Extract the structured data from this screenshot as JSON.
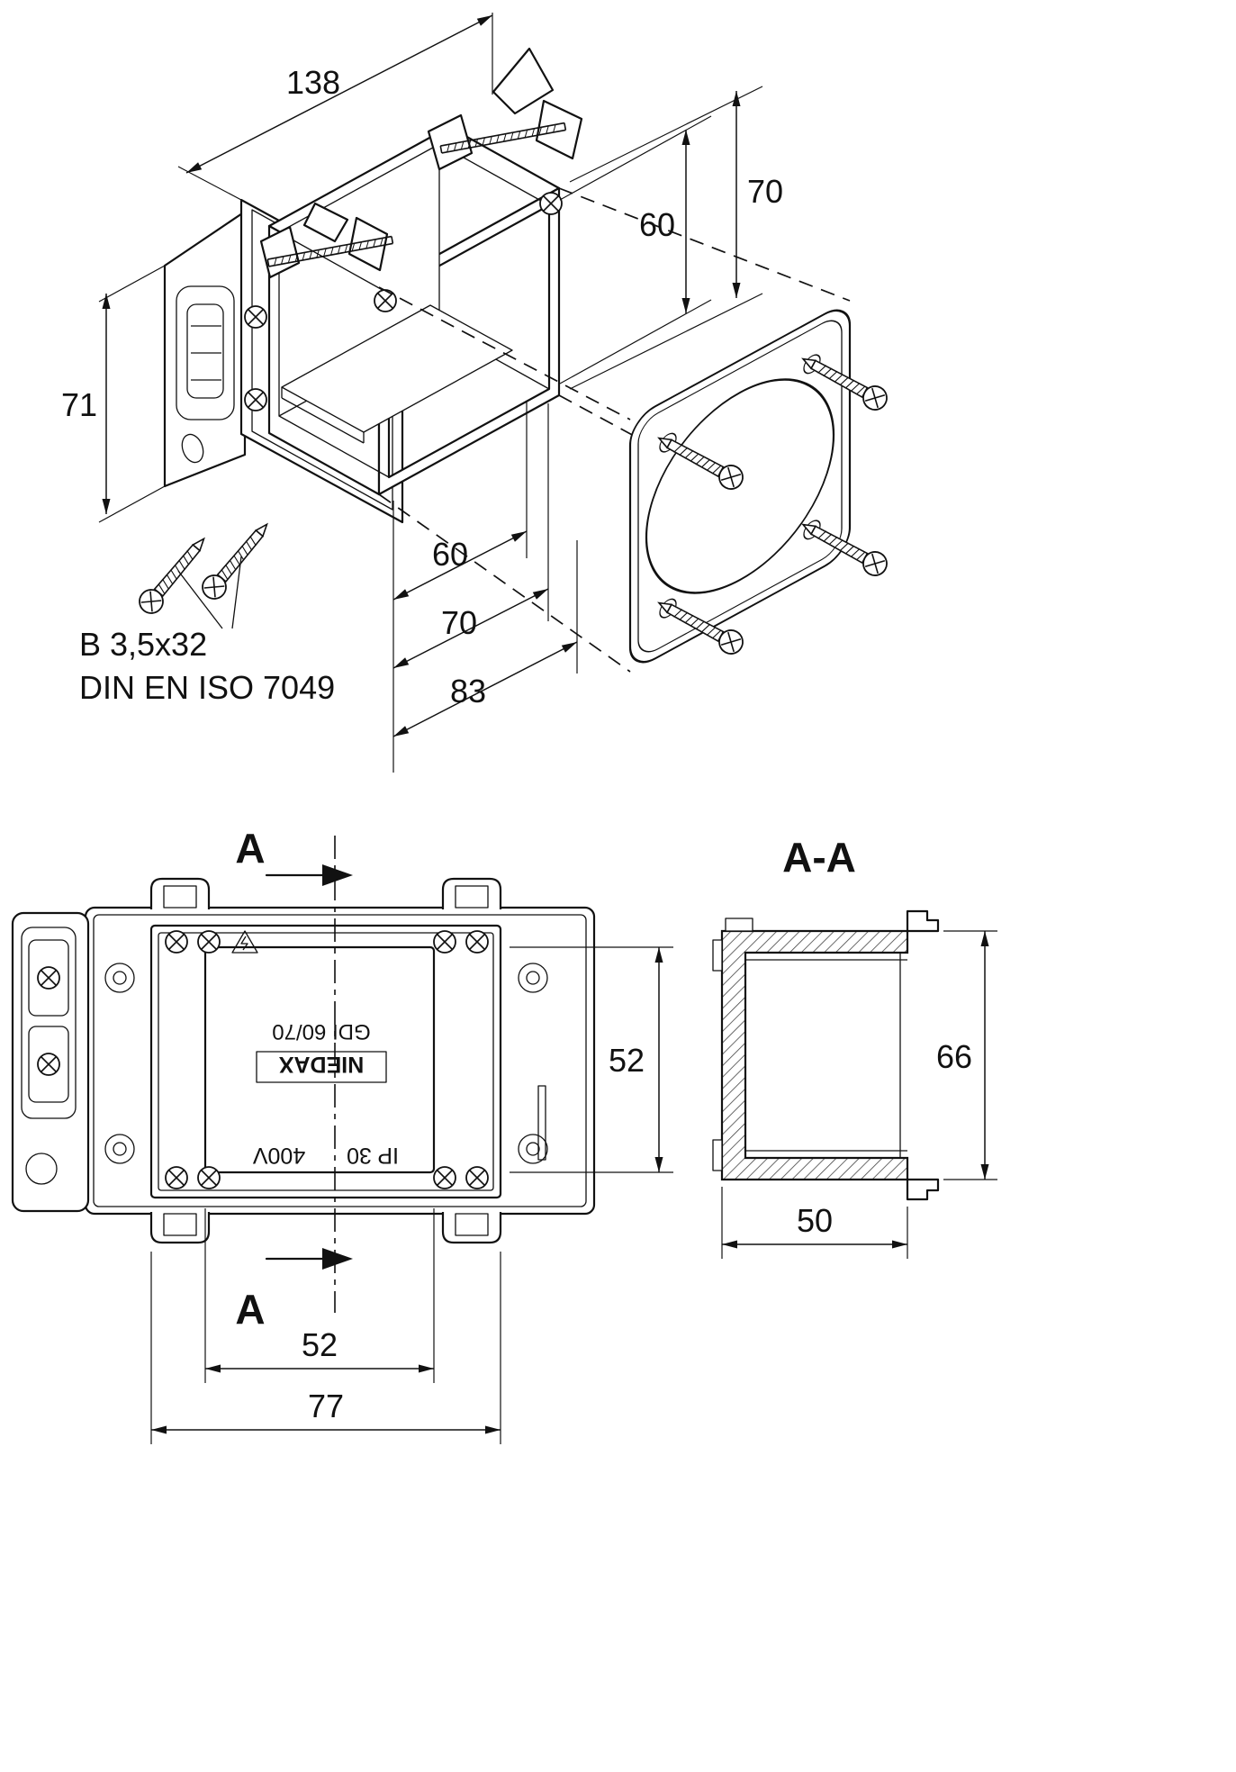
{
  "drawing": {
    "exploded": {
      "dim_138": "138",
      "dim_70_right": "70",
      "dim_60_right": "60",
      "dim_71": "71",
      "dim_60_depth": "60",
      "dim_70_depth": "70",
      "dim_83_depth": "83",
      "screw_note_line1": "B 3,5x32",
      "screw_note_line2": "DIN EN ISO 7049"
    },
    "front_view": {
      "section_label": "A",
      "brand": "NIEDAX",
      "model": "GDI 60/70",
      "rating_ip": "IP 30",
      "rating_v": "400V",
      "dim_52_vertical": "52",
      "dim_52_horizontal": "52",
      "dim_77": "77"
    },
    "section_view": {
      "title": "A-A",
      "dim_66": "66",
      "dim_50": "50"
    }
  }
}
